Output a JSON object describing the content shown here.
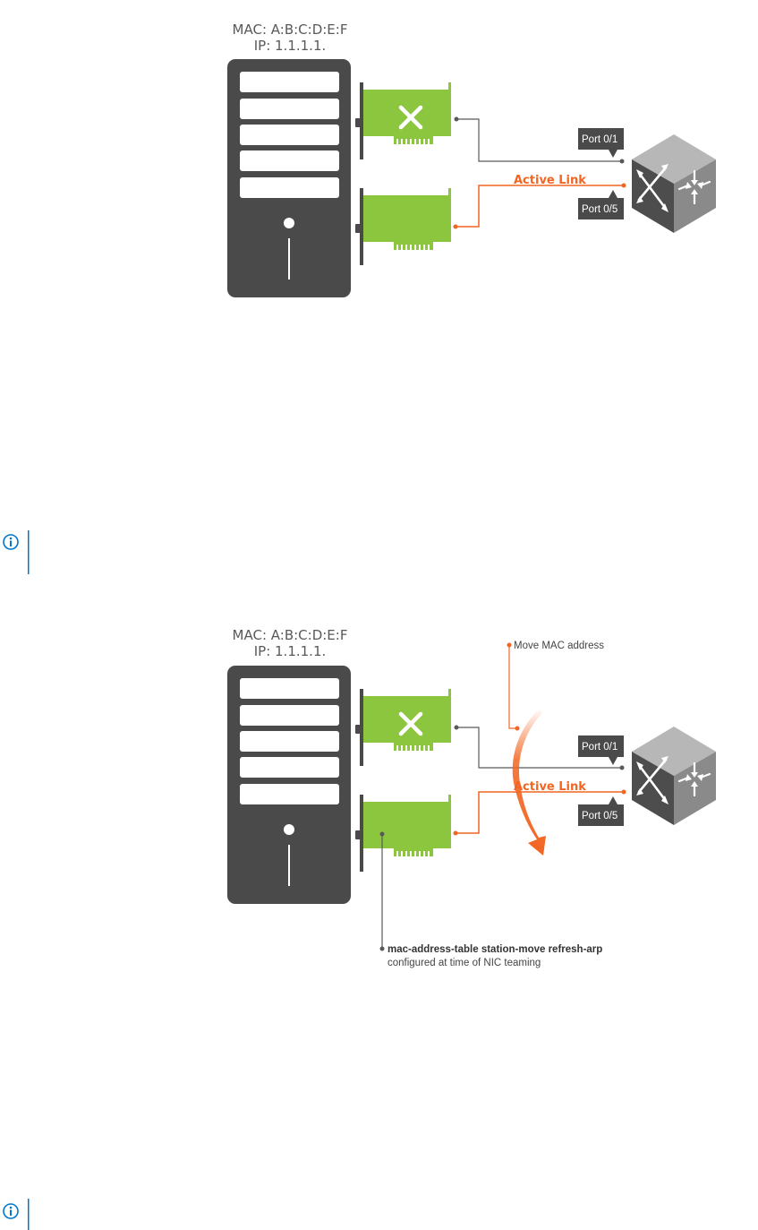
{
  "colors": {
    "tower": "#4a4a4a",
    "nic": "#8cc63f",
    "link_active": "#f26522",
    "link_inactive": "#58595b",
    "switch_top": "#b7b7b7",
    "switch_left": "#4d4d4d",
    "switch_right": "#8a8a8a",
    "note_icon": "#0076ce"
  },
  "icons": [
    "server-tower-icon",
    "nic-card-icon",
    "fail-x-icon",
    "switch-icon",
    "note-info-icon",
    "curved-arrow-icon"
  ],
  "diagram1": {
    "mac": "MAC:  A:B:C:D:E:F",
    "ip": "IP: 1.1.1.1.",
    "port_top": "Port 0/1",
    "port_bottom": "Port 0/5",
    "active_link": "Active Link"
  },
  "diagram2": {
    "mac": "MAC:  A:B:C:D:E:F",
    "ip": "IP: 1.1.1.1.",
    "port_top": "Port 0/1",
    "port_bottom": "Port 0/5",
    "active_link": "Active Link",
    "move_mac": "Move MAC address",
    "command": "mac-address-table station-move refresh-arp",
    "command_note": "configured at time of NIC teaming"
  }
}
